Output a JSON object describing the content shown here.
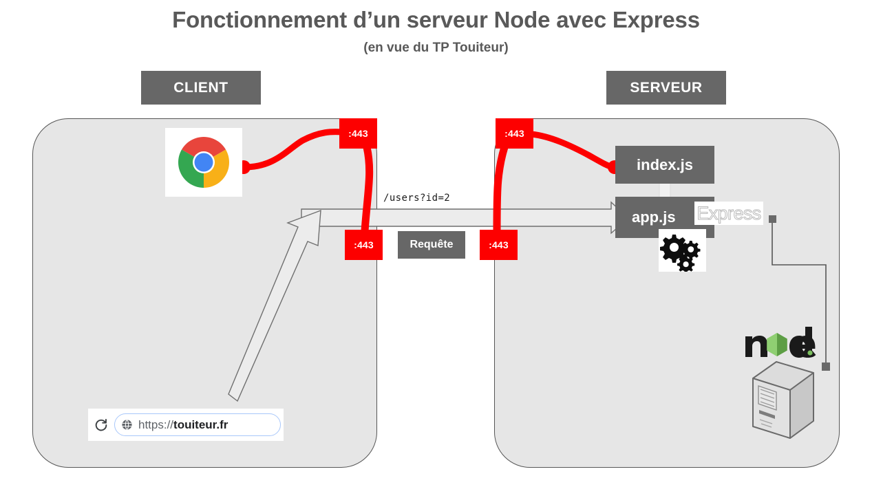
{
  "page": {
    "title": "Fonctionnement d’un serveur Node avec Express",
    "subtitle": "(en vue du TP Touiteur)"
  },
  "colors": {
    "port_red": "#fd0000",
    "box_gray": "#676767",
    "panel_fill": "#e6e6e6",
    "panel_stroke": "#555555",
    "arrow_fill": "#ececec",
    "node_green": "#6aa84f",
    "chrome_red": "#e8453c",
    "chrome_yellow": "#f8b018",
    "chrome_green": "#34a751",
    "chrome_blue": "#4285f4"
  },
  "headers": {
    "client": "CLIENT",
    "serveur": "SERVEUR"
  },
  "ports": [
    {
      "name": "client-top",
      "label": ":443"
    },
    {
      "name": "client-bottom",
      "label": ":443"
    },
    {
      "name": "server-top",
      "label": ":443"
    },
    {
      "name": "server-bottom",
      "label": ":443"
    }
  ],
  "request": {
    "path_label": "/users?id=2",
    "badge_label": "Requête"
  },
  "server_modules": {
    "index": "index.js",
    "app": "app.js",
    "express": "Express"
  },
  "browser": {
    "reload_icon": "reload-icon",
    "globe_icon": "globe-icon",
    "url_scheme": "https://",
    "url_host": "touiteur.fr"
  },
  "icons": {
    "chrome": "chrome-logo-icon",
    "gears": "gears-icon",
    "node": "node-logo-icon",
    "server": "server-tower-icon"
  }
}
